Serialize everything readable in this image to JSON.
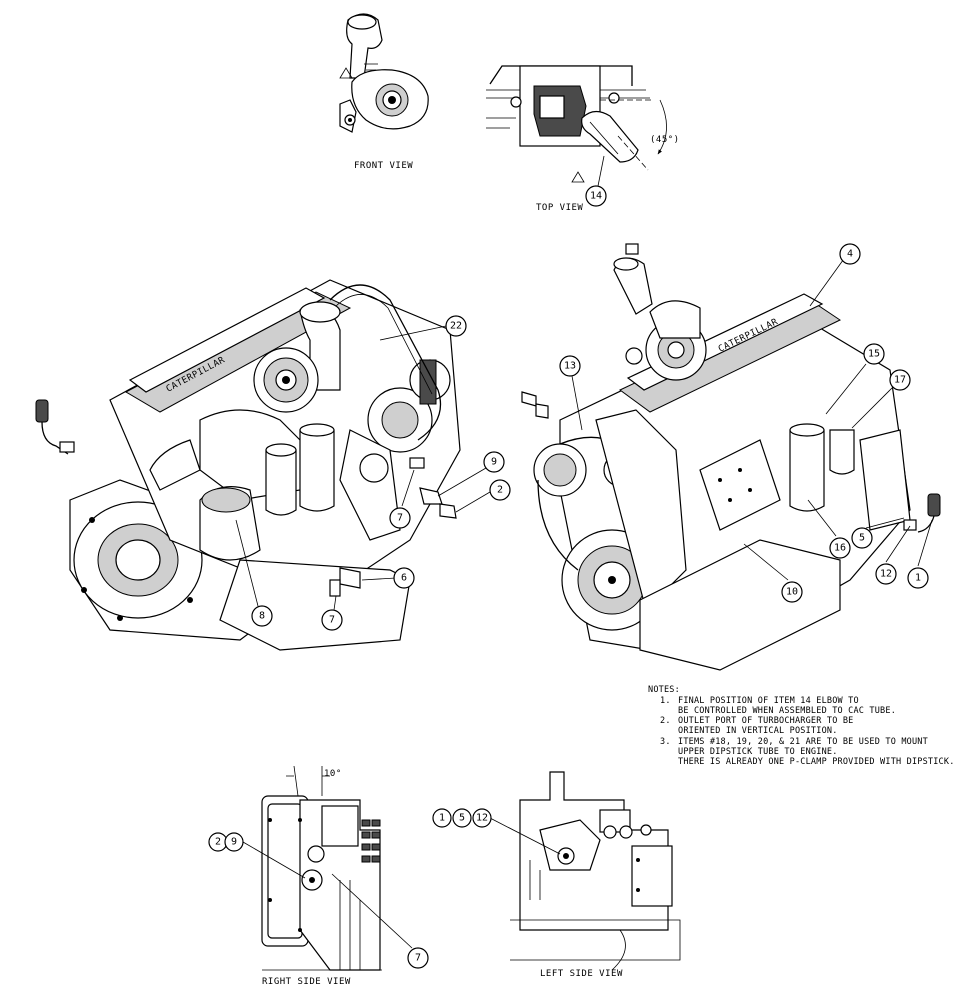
{
  "views": {
    "front_view": "FRONT VIEW",
    "top_view": "TOP VIEW",
    "right_side_view": "RIGHT SIDE VIEW",
    "left_side_view": "LEFT SIDE VIEW"
  },
  "dimensions": {
    "angle_45": "(45°)",
    "angle_10": "10°"
  },
  "callouts": {
    "c14": "14",
    "c22": "22",
    "c9": "9",
    "c2": "2",
    "c7a": "7",
    "c6": "6",
    "c7b": "7",
    "c8": "8",
    "c4": "4",
    "c13": "13",
    "c15": "15",
    "c17": "17",
    "c16": "16",
    "c5": "5",
    "c12": "12",
    "c1": "1",
    "c10": "10",
    "rs2": "2",
    "rs9": "9",
    "rs7": "7",
    "ls1": "1",
    "ls5": "5",
    "ls12": "12"
  },
  "notes": {
    "heading": "NOTES:",
    "n1_num": "1.",
    "n1_l1": "FINAL POSITION OF ITEM 14 ELBOW TO",
    "n1_l2": "BE CONTROLLED WHEN ASSEMBLED TO CAC TUBE.",
    "n2_num": "2.",
    "n2_l1": "OUTLET PORT OF TURBOCHARGER TO BE",
    "n2_l2": "ORIENTED IN VERTICAL POSITION.",
    "n3_num": "3.",
    "n3_l1": "ITEMS #18, 19, 20, & 21 ARE TO BE USED TO MOUNT",
    "n3_l2": "UPPER DIPSTICK TUBE TO ENGINE.",
    "n3_l3": "THERE IS ALREADY ONE P-CLAMP PROVIDED WITH DIPSTICK."
  }
}
